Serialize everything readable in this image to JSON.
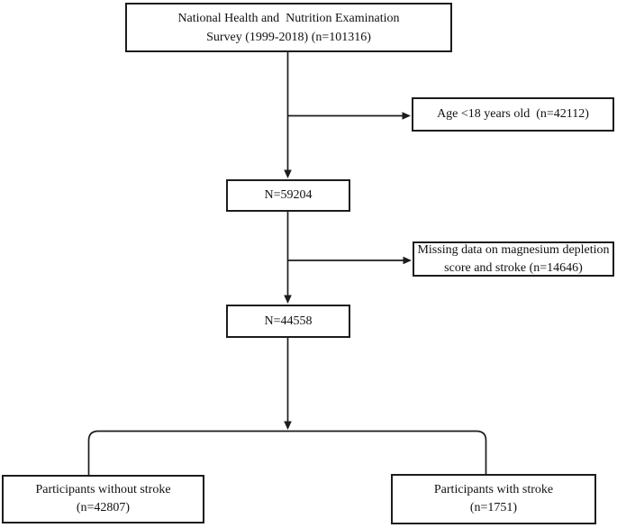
{
  "figure": {
    "background_color": "#ffffff",
    "line_color": "#1c1c1c",
    "text_color": "#111111"
  },
  "flowchart": {
    "nhanes": {
      "line1": "National Health and  Nutrition Examination",
      "line2": "Survey (1999-2018) (n=101316)"
    },
    "age_exclusion": {
      "line1": "Age <18 years old  (n=42112)"
    },
    "n59204": {
      "label": "N=59204"
    },
    "missing_exclusion": {
      "line1": "Missing data on magnesium depletion",
      "line2": "score and stroke (n=14646)"
    },
    "n44558": {
      "label": "N=44558"
    },
    "without_stroke": {
      "line1": "Participants without stroke",
      "line2": "(n=42807)"
    },
    "with_stroke": {
      "line1": "Participants with stroke",
      "line2": "(n=1751)"
    }
  }
}
